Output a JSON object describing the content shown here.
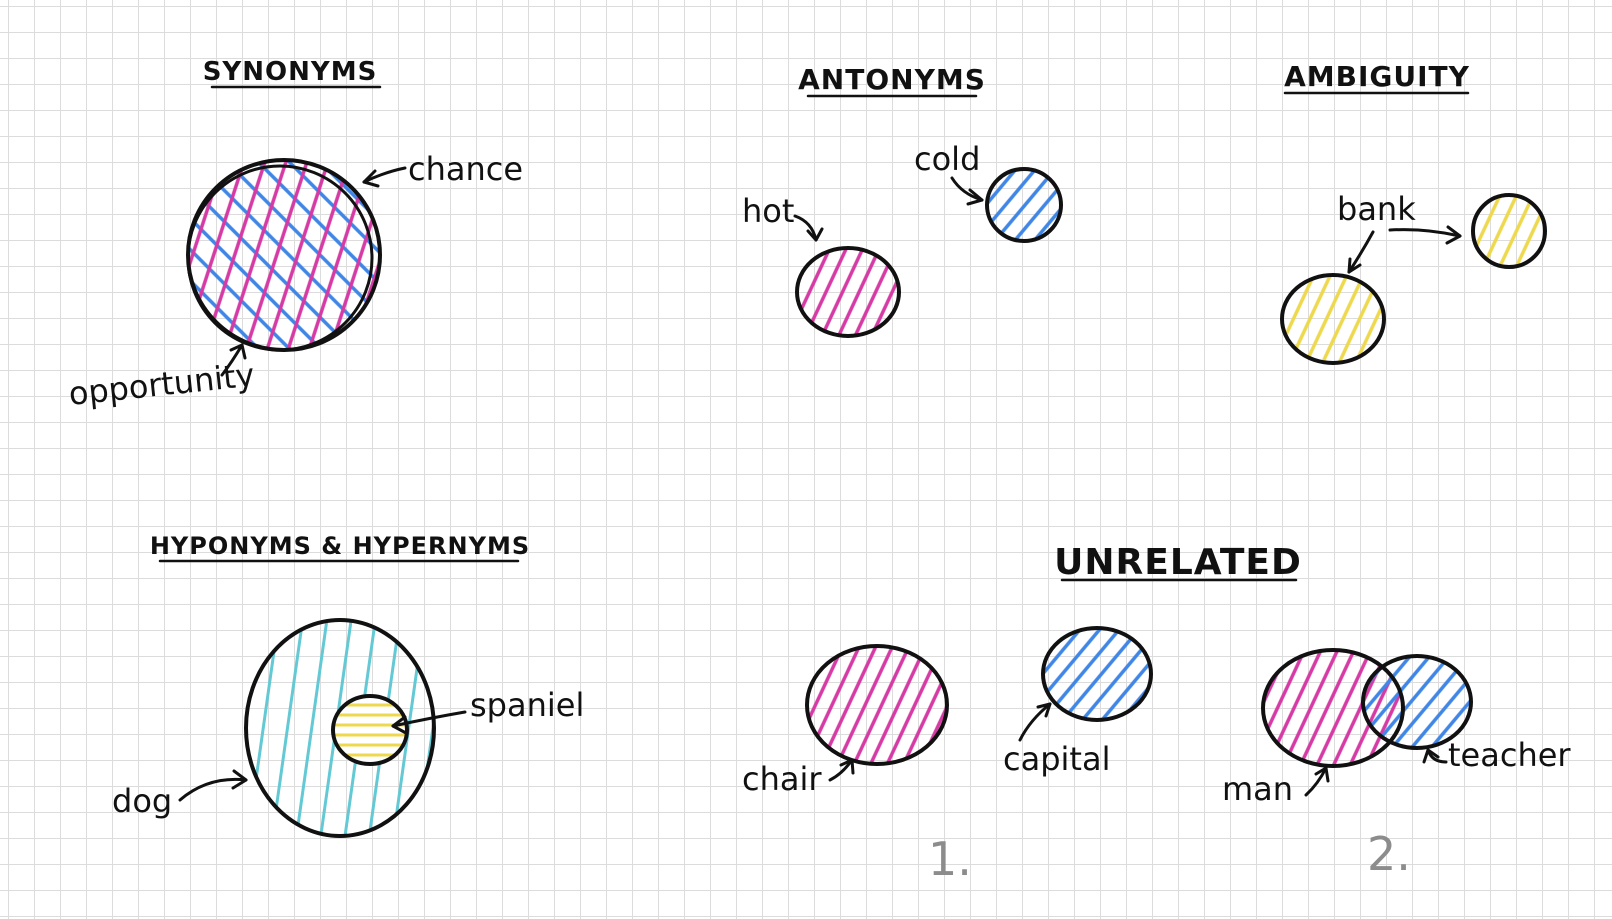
{
  "colors": {
    "pink": "#d53aa5",
    "blue": "#3f86e6",
    "yellow": "#eed84d",
    "teal": "#63c9d4",
    "ink": "#111111",
    "grid": "#dcdcdc"
  },
  "synonyms": {
    "title": "SYNONYMS",
    "word_a": "chance",
    "word_b": "opportunity"
  },
  "antonyms": {
    "title": "ANTONYMS",
    "word_a": "hot",
    "word_b": "cold"
  },
  "ambiguity": {
    "title": "AMBIGUITY",
    "word": "bank"
  },
  "hyponyms": {
    "title": "HYPONYMS & HYPERNYMS",
    "hypernym": "dog",
    "hyponym": "spaniel"
  },
  "unrelated": {
    "title": "UNRELATED",
    "example_1": {
      "number": "1.",
      "word_a": "chair",
      "word_b": "capital"
    },
    "example_2": {
      "number": "2.",
      "word_a": "man",
      "word_b": "teacher"
    }
  }
}
